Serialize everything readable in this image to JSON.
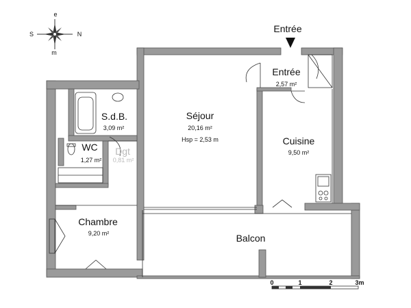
{
  "compass": {
    "north": "N",
    "south": "S",
    "east": "e",
    "west": "m"
  },
  "entrance": {
    "label": "Entrée"
  },
  "rooms": {
    "entree": {
      "name": "Entrée",
      "area": "2,57 m²"
    },
    "sejour": {
      "name": "Séjour",
      "area": "20,16 m²",
      "height": "Hsp = 2,53 m"
    },
    "sdb": {
      "name": "S.d.B.",
      "area": "3,09 m²"
    },
    "wc": {
      "name": "WC",
      "area": "1,27 m²"
    },
    "dgt": {
      "name": "Dgt",
      "area": "0,81 m²"
    },
    "cuisine": {
      "name": "Cuisine",
      "area": "9,50 m²"
    },
    "chambre": {
      "name": "Chambre",
      "area": "9,20 m²"
    },
    "balcon": {
      "name": "Balcon"
    }
  },
  "scale": {
    "ticks": [
      "0",
      "1",
      "2",
      "3m"
    ]
  },
  "colors": {
    "wall": "#9a9a9a",
    "wall_stroke": "#555555",
    "line": "#333333"
  }
}
